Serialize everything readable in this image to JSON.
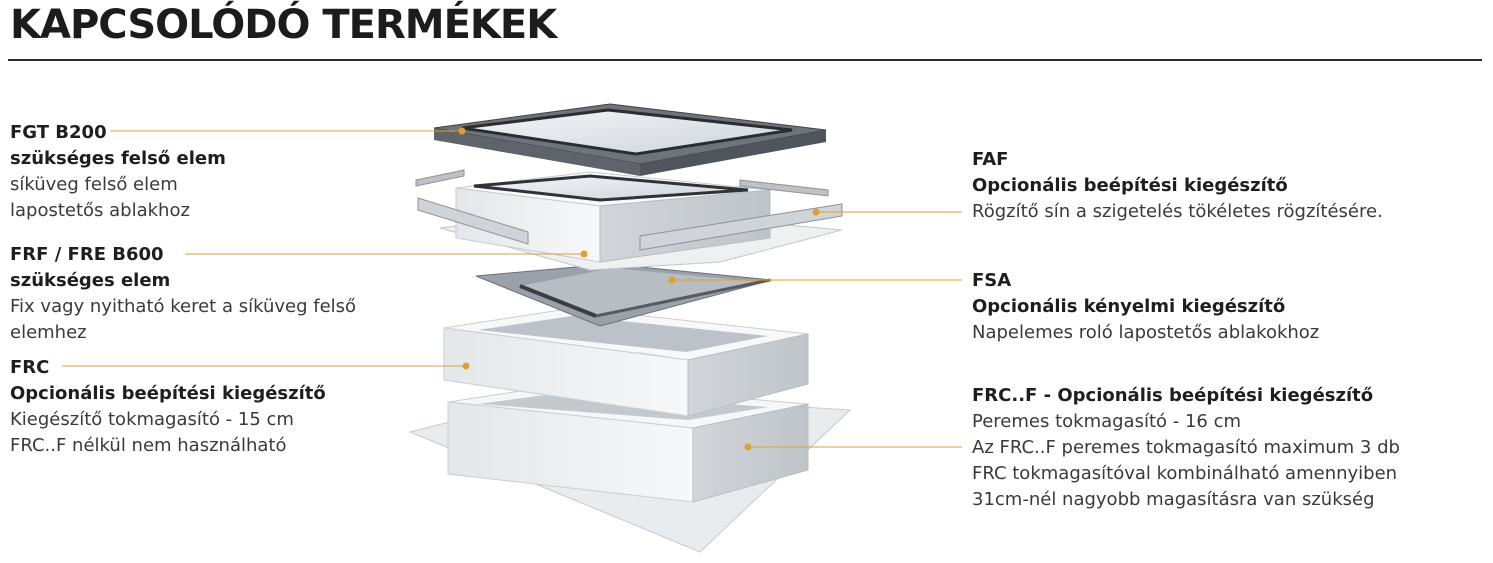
{
  "page": {
    "title": "KAPCSOLÓDÓ TERMÉKEK"
  },
  "colors": {
    "leader_line": "#e0a030",
    "title": "#1c1c1c",
    "rule": "#2b2b2b"
  },
  "left_items": [
    {
      "code": "FGT B200",
      "subtitle": "szükséges felső elem",
      "lines": [
        "síküveg felső elem",
        "lapostetős ablakhoz"
      ]
    },
    {
      "code": "FRF / FRE B600",
      "subtitle": "szükséges elem",
      "lines": [
        "Fix vagy nyitható keret a síküveg felső",
        "elemhez"
      ]
    },
    {
      "code": "FRC",
      "subtitle": "Opcionális beépítési kiegészítő",
      "lines": [
        "Kiegészítő tokmagasító - 15 cm",
        "FRC..F nélkül nem használható"
      ]
    }
  ],
  "right_items": [
    {
      "code": "FAF",
      "subtitle": "Opcionális beépítési kiegészítő",
      "lines": [
        "Rögzítő sín a szigetelés tökéletes rögzítésére."
      ]
    },
    {
      "code": "FSA",
      "subtitle": "Opcionális kényelmi kiegészítő",
      "lines": [
        "Napelemes roló lapostetős ablakokhoz"
      ]
    },
    {
      "code": "FRC..F - Opcionális beépítési kiegészítő",
      "subtitle": "",
      "lines": [
        "Peremes tokmagasító - 16 cm",
        "Az FRC..F peremes tokmagasító maximum 3 db",
        "FRC tokmagasítóval kombinálható amennyiben",
        "31cm-nél nagyobb magasításra van szükség"
      ]
    }
  ]
}
